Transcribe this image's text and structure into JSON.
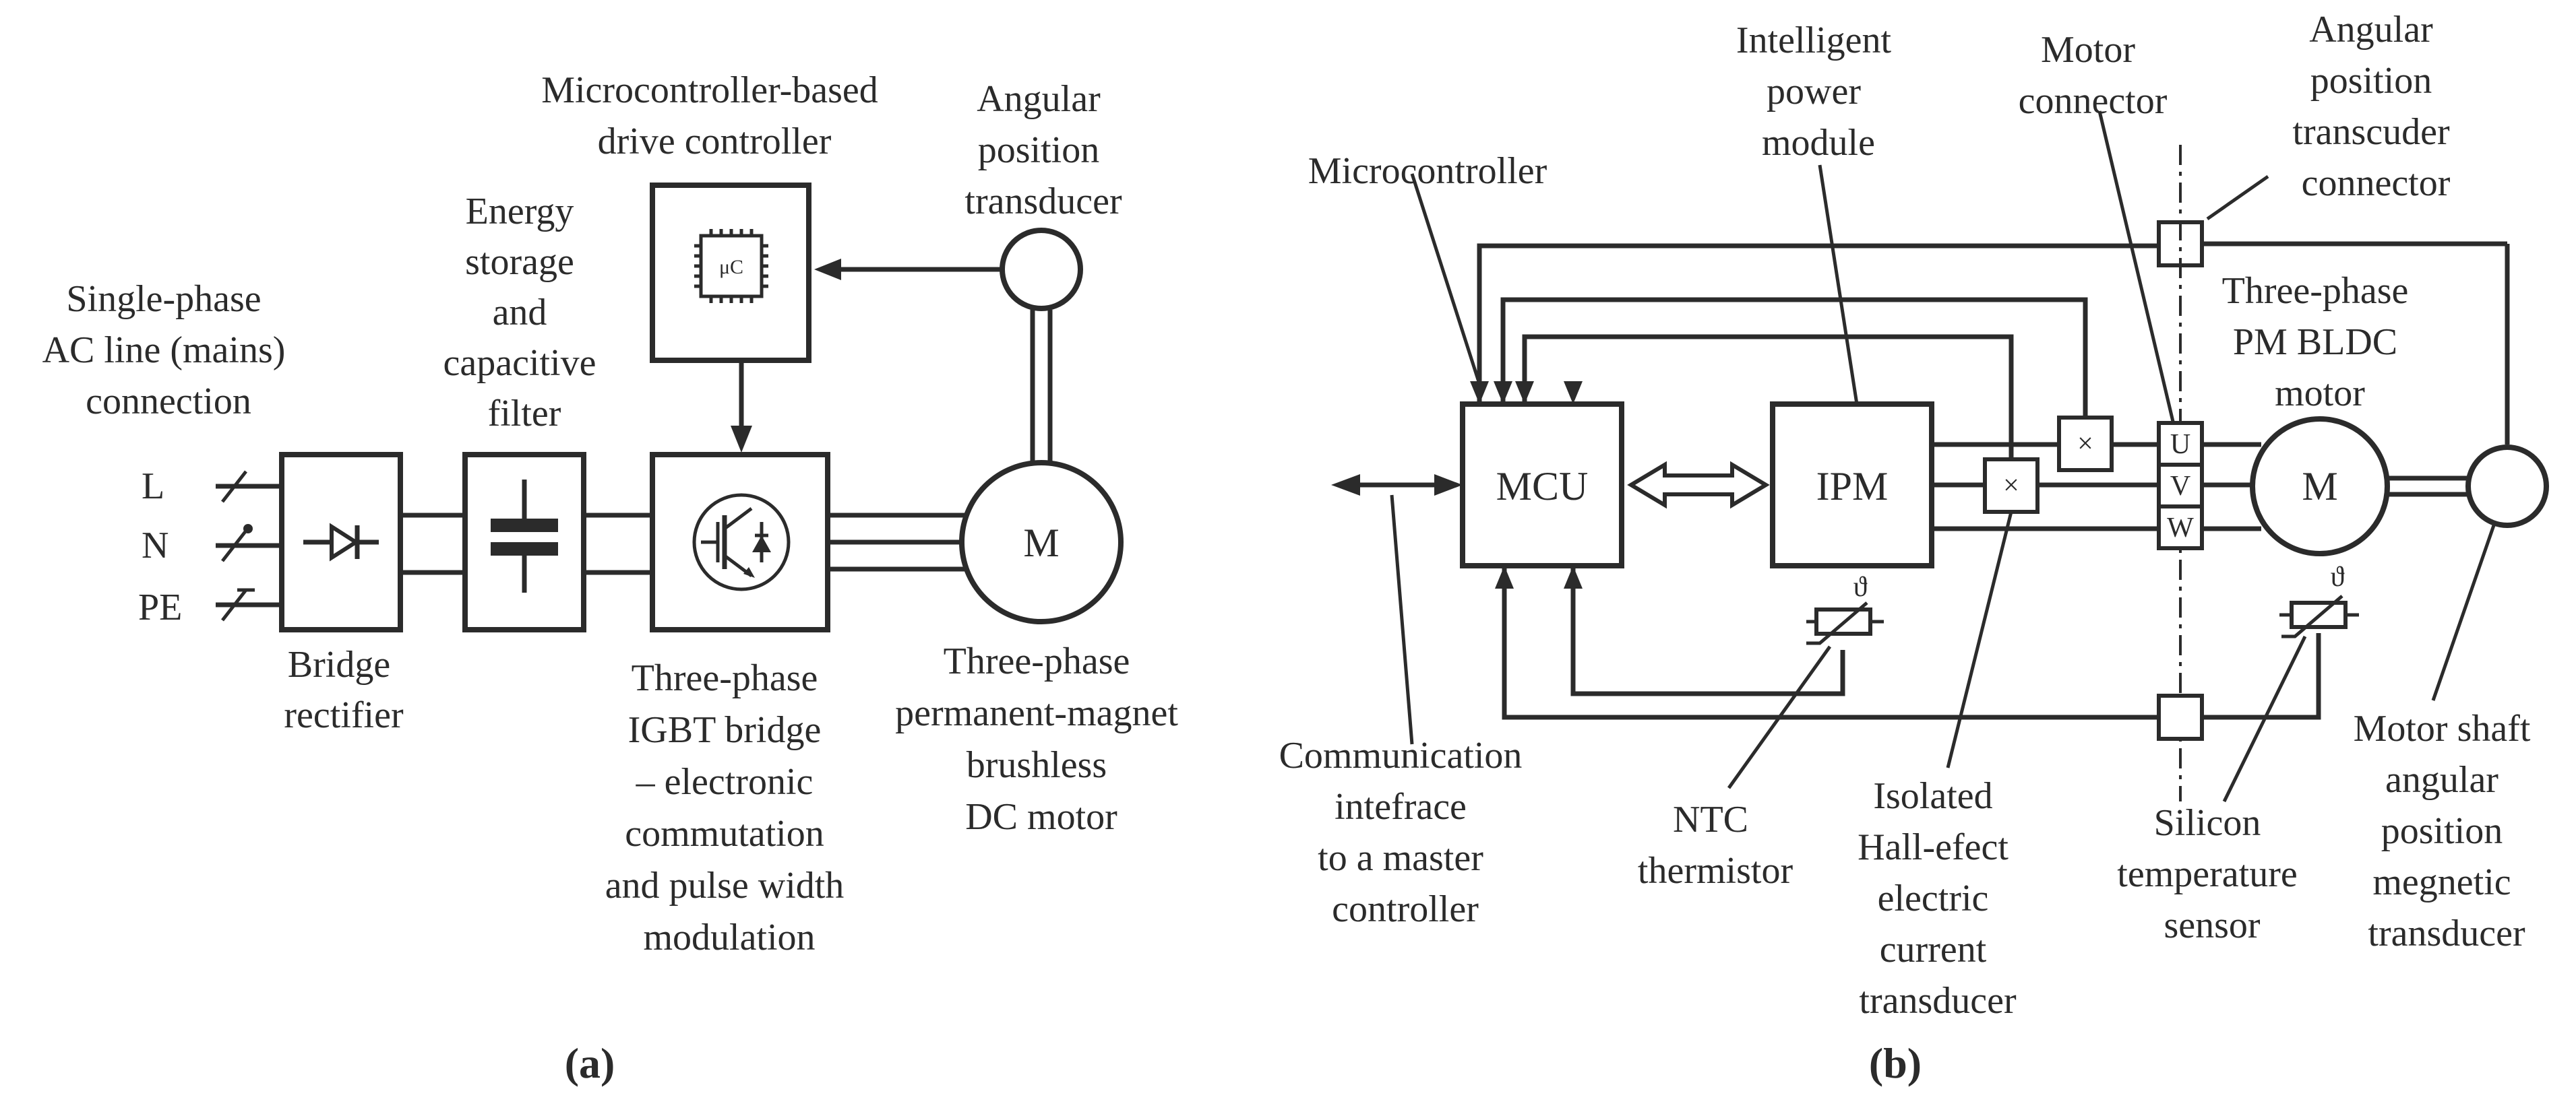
{
  "panel_a": {
    "caption_open": "(",
    "caption_letter": "a",
    "caption_close": ")",
    "mains_label": [
      "Single-phase",
      "AC line (mains)",
      "connection"
    ],
    "terminals": [
      "L",
      "N",
      "PE"
    ],
    "energy_label": [
      "Energy",
      "storage",
      "and",
      "capacitive",
      "filter"
    ],
    "controller_label": [
      "Microcontroller-based",
      "drive controller"
    ],
    "chip_text": "μC",
    "transducer_label": [
      "Angular",
      "position",
      "transducer"
    ],
    "motor_text": "M",
    "rectifier_label": [
      "Bridge",
      "rectifier"
    ],
    "igbt_label": [
      "Three-phase",
      "IGBT bridge",
      "– electronic",
      "commutation",
      "and pulse width",
      "modulation"
    ],
    "motor_label": [
      "Three-phase",
      "permanent-magnet",
      "brushless",
      "DC motor"
    ]
  },
  "panel_b": {
    "caption_open": "(",
    "caption_letter": "b",
    "caption_close": ")",
    "mcu_text": "MCU",
    "ipm_text": "IPM",
    "motor_text": "M",
    "phases": [
      "U",
      "V",
      "W"
    ],
    "theta": "ϑ",
    "microcontroller_label": "Microcontroller",
    "ipm_label": [
      "Intelligent",
      "power",
      "module"
    ],
    "connector_label": [
      "Motor",
      "connector"
    ],
    "ap_connector_label": [
      "Angular",
      "position",
      "transcuder",
      "connector"
    ],
    "bldc_label": [
      "Three-phase",
      "PM BLDC",
      "motor"
    ],
    "comm_label": [
      "Communication",
      "intefrace",
      "to a master",
      "controller"
    ],
    "ntc_label": [
      "NTC",
      "thermistor"
    ],
    "hall_label": [
      "Isolated",
      "Hall-efect",
      "electric",
      "current",
      "transducer"
    ],
    "silicon_label": [
      "Silicon",
      "temperature",
      "sensor"
    ],
    "shaft_label": [
      "Motor shaft",
      "angular",
      "position",
      "megnetic",
      "transducer"
    ]
  }
}
